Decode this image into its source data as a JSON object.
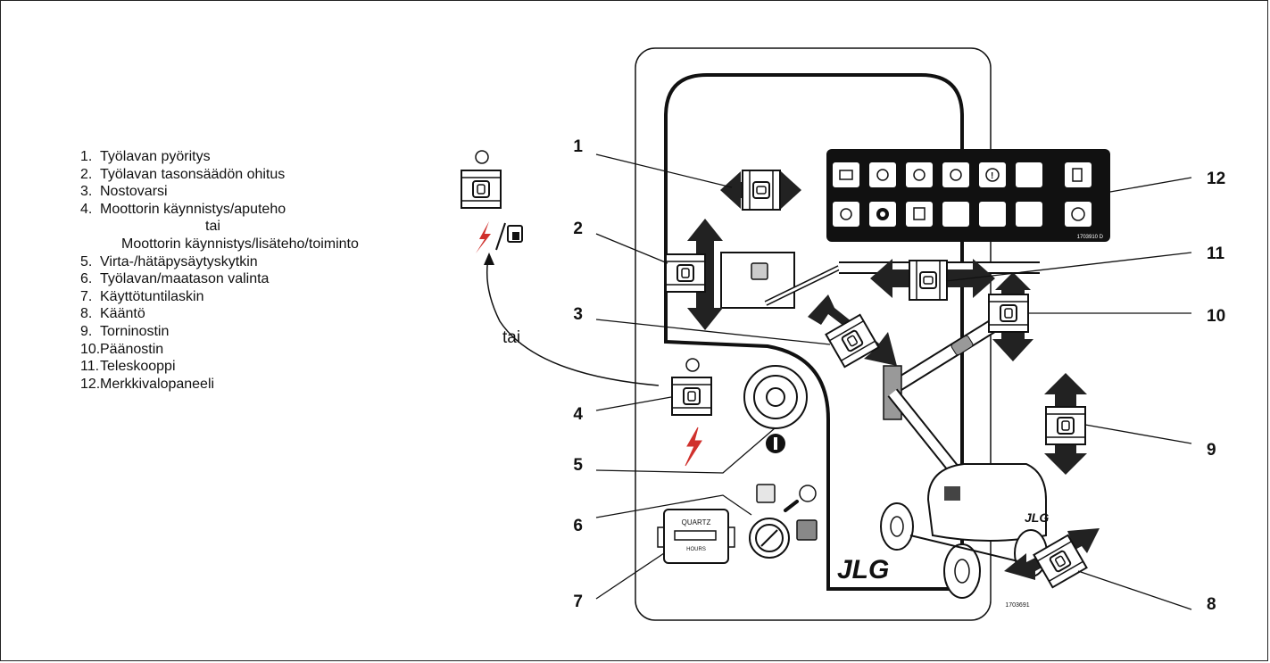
{
  "legend": [
    {
      "num": "1.",
      "text": "Työlavan pyöritys"
    },
    {
      "num": "2.",
      "text": "Työlavan tasonsäädön ohitus"
    },
    {
      "num": "3.",
      "text": "Nostovarsi"
    },
    {
      "num": "4.",
      "text": "Moottorin käynnistys/aputeho"
    },
    {
      "num": "",
      "text": "tai"
    },
    {
      "num": "",
      "text": "Moottorin käynnistys/lisäteho/toiminto"
    },
    {
      "num": "5.",
      "text": "Virta-/hätäpysäytyskytkin"
    },
    {
      "num": "6.",
      "text": "Työlavan/maatason valinta"
    },
    {
      "num": "7.",
      "text": "Käyttötuntilaskin"
    },
    {
      "num": "8.",
      "text": "Kääntö"
    },
    {
      "num": "9.",
      "text": "Torninostin"
    },
    {
      "num": "10.",
      "text": "Päänostin"
    },
    {
      "num": "11.",
      "text": "Teleskooppi"
    },
    {
      "num": "12.",
      "text": "Merkkivalopaneeli"
    }
  ],
  "tai_label": "tai",
  "callouts": [
    "1",
    "2",
    "3",
    "4",
    "5",
    "6",
    "7",
    "8",
    "9",
    "10",
    "11",
    "12"
  ],
  "panel": {
    "brand": "JLG",
    "part_number": "1703691",
    "indicator_part_number": "1703910 D",
    "hour_meter": {
      "brand": "QUARTZ",
      "units": "HOURS"
    }
  }
}
